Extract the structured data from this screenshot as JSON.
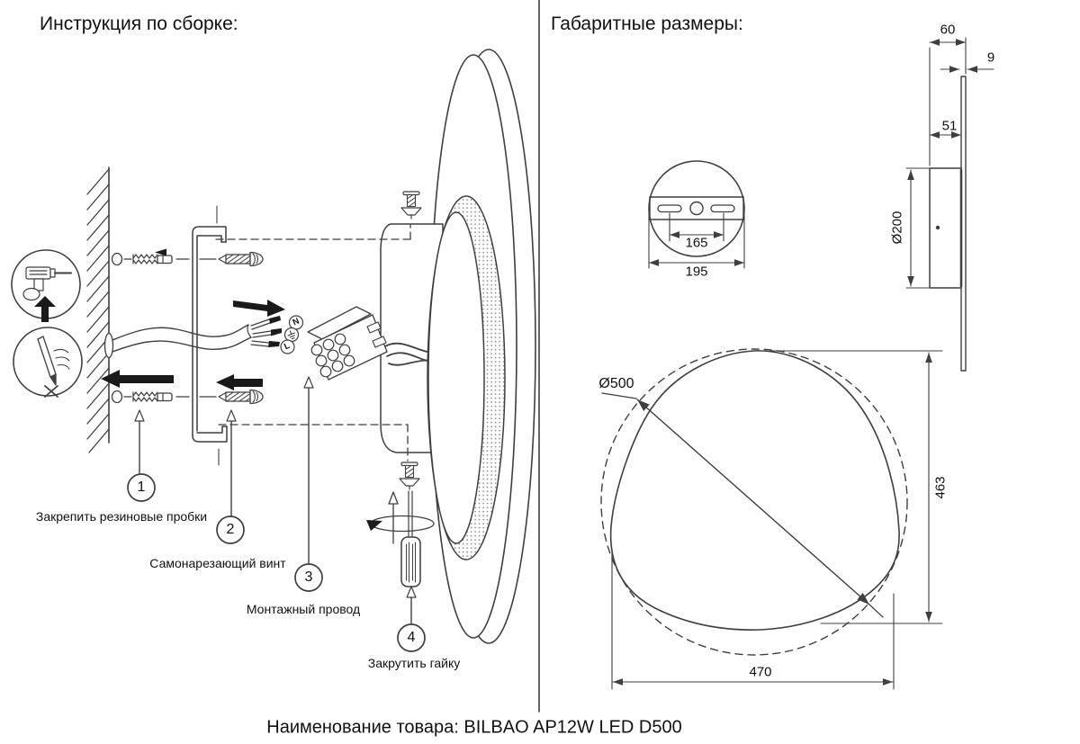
{
  "page": {
    "left_title": "Инструкция по сборке:",
    "right_title": "Габаритные размеры:",
    "footer": "Наименование товара: BILBAO AP12W LED D500"
  },
  "steps": [
    {
      "num": "1",
      "label": "Закрепить резиновые пробки"
    },
    {
      "num": "2",
      "label": "Самонарезающий винт"
    },
    {
      "num": "3",
      "label": "Монтажный провод"
    },
    {
      "num": "4",
      "label": "Закрутить гайку"
    }
  ],
  "wire_markers": {
    "neutral": "N",
    "live": "L"
  },
  "icons": {
    "callout_top": "drill-icon",
    "callout_bottom": "pencil-mark-icon",
    "wire_ground": "earth-ground-icon",
    "insert_direction": "black-arrow-icon"
  },
  "dimensions": {
    "slot_spacing": "165",
    "plate_width": "195",
    "total_depth": "60",
    "panel_thickness": "9",
    "base_depth": "51",
    "base_diameter": "Ø200",
    "disc_diameter": "Ø500",
    "height": "463",
    "width": "470"
  },
  "colors": {
    "line": "#3f3f3f",
    "arrow": "#1a1a1a",
    "background": "#ffffff",
    "text": "#111111"
  }
}
